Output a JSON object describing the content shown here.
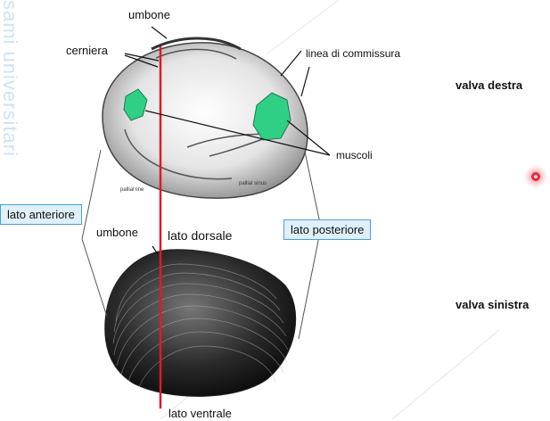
{
  "watermark": "sami universitari",
  "labels": {
    "umbone_top": "umbone",
    "cerniera": "cerniera",
    "linea_commissura": "linea di commissura",
    "muscoli": "muscoli",
    "pallial_line": "pallial line",
    "pallial_sinus": "pallial sinus",
    "lato_anteriore": "lato anteriore",
    "lato_posteriore": "lato posteriore",
    "umbone_bottom": "umbone",
    "lato_dorsale": "lato dorsale",
    "lato_ventrale": "lato ventrale",
    "valva_destra": "valva destra",
    "valva_sinistra": "valva sinistra"
  },
  "colors": {
    "muscle": "#2fcf86",
    "axis": "#d61f26",
    "box_border": "#4a9fd8",
    "box_fill": "#dff0fb",
    "pointer": "#e8283a"
  }
}
